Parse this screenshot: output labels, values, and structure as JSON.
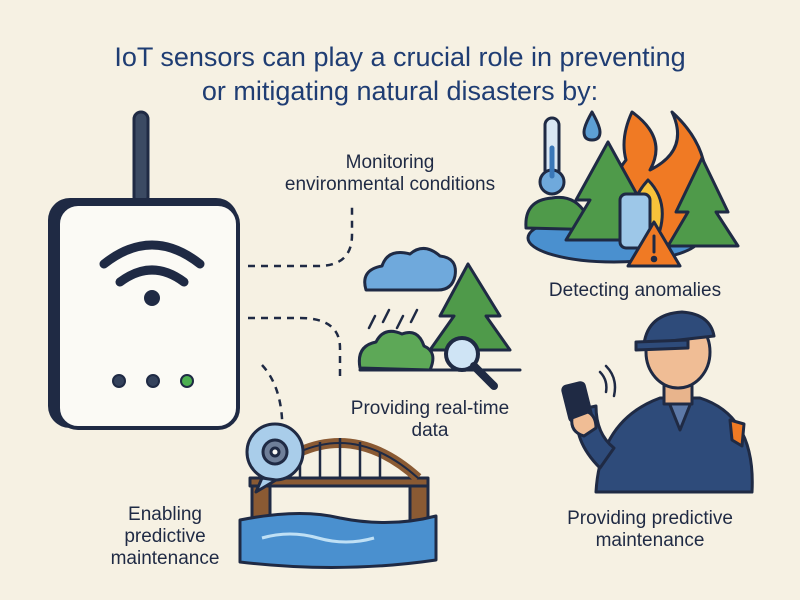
{
  "title": {
    "line1": "IoT sensors can play a crucial role in preventing",
    "line2": "or mitigating natural disasters by:"
  },
  "labels": {
    "monitoring": [
      "Monitoring",
      "environmental conditions"
    ],
    "detecting": [
      "Detecting anomalies"
    ],
    "realtime": [
      "Providing real-time",
      "data"
    ],
    "enabling": [
      "Enabling",
      "predictive",
      "maintenance"
    ],
    "predictive": [
      "Providing predictive",
      "maintenance"
    ]
  },
  "icons": {
    "device": "iot-sensor-device-icon",
    "weather": "weather-forest-magnifier-icon",
    "disaster": "fire-thermometer-warning-icon",
    "bridge": "bridge-gear-icon",
    "person": "worker-with-phone-icon"
  },
  "colors": {
    "background": "#f6f1e3",
    "title": "#1f3d73",
    "outline": "#1f2a44",
    "green": "#4f9a4a",
    "blue": "#5d9fd4",
    "water": "#4a90cf",
    "fire": "#f07a24",
    "uniform": "#2e4b7a",
    "led_green": "#4caf50"
  }
}
